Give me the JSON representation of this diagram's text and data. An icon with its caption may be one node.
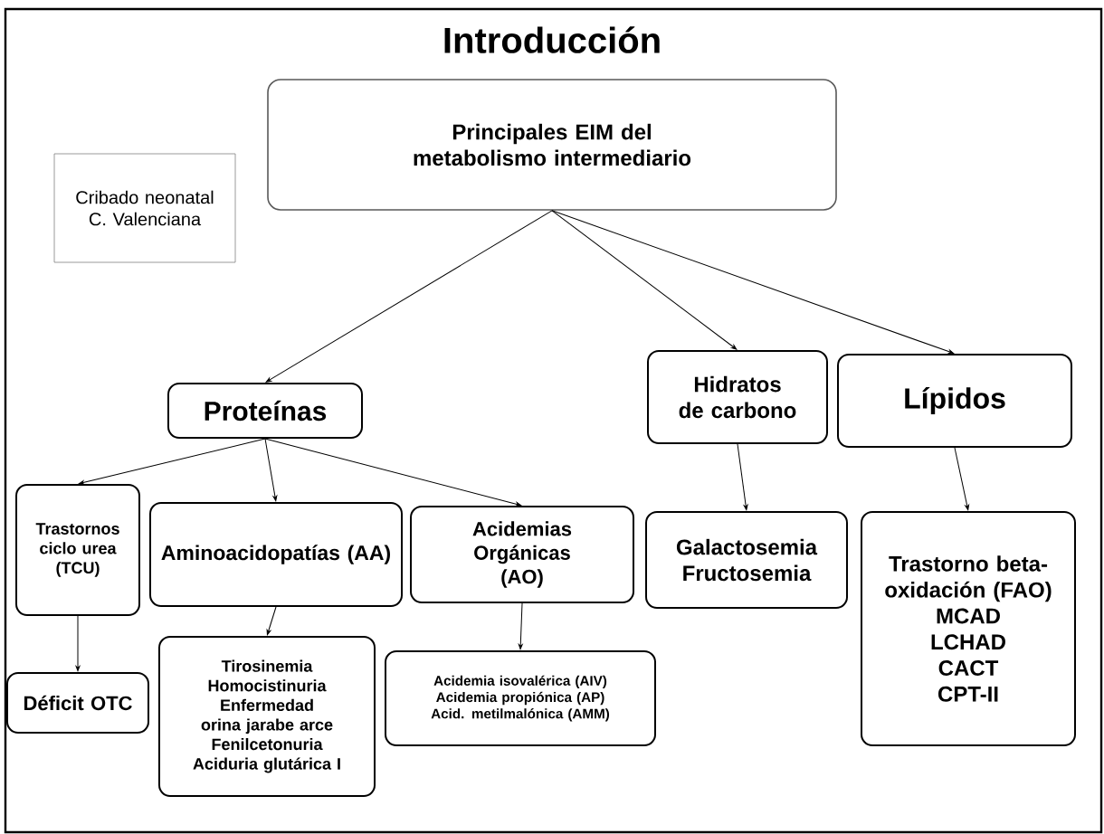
{
  "diagram": {
    "title": "Introducción",
    "nodes": [
      {
        "text": [
          "Principales EIM del metabolismo intermediario"
        ]
      },
      {
        "text": [
          "Cribado neonatal C. Valenciana"
        ]
      },
      {
        "text": [
          "Proteínas"
        ]
      },
      {
        "text": [
          "Hidratos de carbono"
        ]
      },
      {
        "text": [
          "Lípidos"
        ]
      },
      {
        "text": [
          "Trastornos ciclo urea (TCU)"
        ]
      },
      {
        "text": [
          "Aminoacidopatías (AA)"
        ]
      },
      {
        "text": [
          "Acidemias Orgánicas (AO)"
        ]
      },
      {
        "text": [
          "Galactosemia",
          "Fructosemia"
        ]
      },
      {
        "text": [
          "Trastorno beta-oxidación (FAO)",
          "MCAD",
          "LCHAD",
          "CACT",
          "CPT-II"
        ]
      },
      {
        "text": [
          "Déficit OTC"
        ]
      },
      {
        "text": [
          "Tirosinemia",
          "Homocistinuria",
          "Enfermedad orina jarabe arce",
          "Fenilcetonuria",
          "Aciduria glutárica I"
        ]
      },
      {
        "text": [
          "Acidemia isovalérica (AIV)",
          "Acidemia propiónica (AP)",
          "Acid. metilmalónica (AMM)"
        ]
      }
    ],
    "edges": [
      {
        "from": 0,
        "to": 2,
        "arrow": "to"
      },
      {
        "from": 0,
        "to": 3,
        "arrow": "to"
      },
      {
        "from": 0,
        "to": 4,
        "arrow": "to"
      },
      {
        "from": 2,
        "to": 5,
        "arrow": "to"
      },
      {
        "from": 2,
        "to": 6,
        "arrow": "to"
      },
      {
        "from": 2,
        "to": 7,
        "arrow": "to"
      },
      {
        "from": 3,
        "to": 8,
        "arrow": "to"
      },
      {
        "from": 4,
        "to": 9,
        "arrow": "to"
      },
      {
        "from": 5,
        "to": 10,
        "arrow": "to"
      },
      {
        "from": 6,
        "to": 11,
        "arrow": "to"
      },
      {
        "from": 7,
        "to": 12,
        "arrow": "to"
      }
    ]
  }
}
